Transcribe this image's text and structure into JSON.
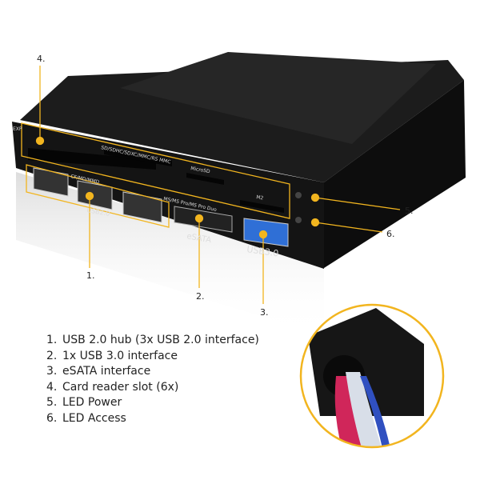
{
  "device": {
    "labels": {
      "exp": "EXP",
      "sd": "SD/SDHC/SDXC/MMC/RS MMC",
      "microsd": "MicroSD",
      "m2": "M2",
      "cf": "CF/MD/MMD",
      "ms": "MS/MS Pro/MS Pro Duo",
      "usb2": "USB2.0",
      "esata": "eSATA",
      "usb3": "USB3.0"
    }
  },
  "callouts": [
    "1.",
    "2.",
    "3.",
    "4.",
    "5.",
    "6."
  ],
  "features": [
    {
      "num": "1.",
      "text": "USB 2.0 hub (3x USB 2.0 interface)"
    },
    {
      "num": "2.",
      "text": "1x USB 3.0 interface"
    },
    {
      "num": "3.",
      "text": "eSATA interface"
    },
    {
      "num": "4.",
      "text": "Card reader slot (6x)"
    },
    {
      "num": "5.",
      "text": "LED Power"
    },
    {
      "num": "6.",
      "text": "LED Access"
    }
  ],
  "colors": {
    "accent": "#f2b51f",
    "device": "#141414",
    "usb3_blue": "#2f6fd6"
  }
}
